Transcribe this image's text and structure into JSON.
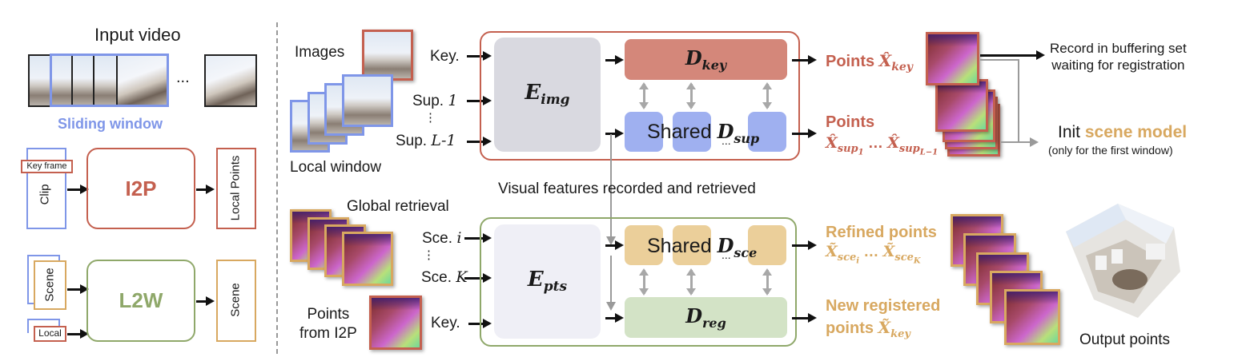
{
  "colors": {
    "i2p_red": "#c4604f",
    "l2w_green": "#8fa86a",
    "scene_gold": "#d8a860",
    "window_blue": "#7f96e8",
    "d_key_fill": "#d4877a",
    "d_sup_fill": "#9fb0f0",
    "d_sce_fill": "#ebcf9a",
    "d_reg_fill": "#d3e3c6",
    "encoder_img_fill": "#d9d9e0",
    "encoder_pts_fill": "#efeff6",
    "gray_arrow": "#9a9a9a"
  },
  "left_panel": {
    "input_video_title": "Input video",
    "sliding_window_label": "Sliding window",
    "ellipsis": "...",
    "i2p": {
      "key_frame_label": "Key frame",
      "clip_label": "Clip",
      "module_label": "I2P",
      "output_label": "Local Points"
    },
    "l2w": {
      "scene_input_label": "Scene",
      "local_input_label": "Local",
      "module_label": "L2W",
      "output_label": "Scene"
    }
  },
  "i2p_detail": {
    "images_label": "Images",
    "local_window_label": "Local window",
    "inputs": [
      {
        "label": "Key.",
        "italic": ""
      },
      {
        "label": "Sup. ",
        "italic": "1"
      },
      {
        "label": "⋮",
        "italic": ""
      },
      {
        "label": "Sup. ",
        "italic": "L-1"
      }
    ],
    "encoder": {
      "base": "E",
      "sub": "img"
    },
    "decoder_key": {
      "base": "D",
      "sub": "key"
    },
    "decoder_sup": {
      "prefix": "Shared ",
      "base": "D",
      "sub": "sup",
      "ellipsis": "..."
    },
    "outputs": {
      "key_points": {
        "label": "Points ",
        "sym": "X̂",
        "sub": "key"
      },
      "sup_points": {
        "label": "Points",
        "sym1": "X̂",
        "sub1": "sup",
        "subsub1": "1",
        "ellipsis": " … ",
        "sym2": "X̂",
        "sub2": "sup",
        "subsub2": "L−1"
      }
    },
    "record_text_line1": "Record in buffering set",
    "record_text_line2": "waiting for registration",
    "init_prefix": "Init ",
    "init_highlight": "scene model",
    "init_note": "(only for the first window)"
  },
  "middle_label": "Visual features recorded and retrieved",
  "l2w_detail": {
    "global_retrieval_label": "Global retrieval",
    "points_from_i2p_line1": "Points",
    "points_from_i2p_line2": "from I2P",
    "inputs": [
      {
        "label": "Sce. ",
        "italic": "i"
      },
      {
        "label": "⋮",
        "italic": ""
      },
      {
        "label": "Sce. ",
        "italic": "K"
      },
      {
        "label": "Key.",
        "italic": ""
      }
    ],
    "encoder": {
      "base": "E",
      "sub": "pts"
    },
    "decoder_sce": {
      "prefix": "Shared ",
      "base": "D",
      "sub": "sce",
      "ellipsis": "..."
    },
    "decoder_reg": {
      "base": "D",
      "sub": "reg"
    },
    "outputs": {
      "refined_label": "Refined points",
      "refined_sym": "X̃",
      "refined_sub1": "sce",
      "refined_subsub1": "i",
      "refined_ellipsis": " … ",
      "refined_sub2": "sce",
      "refined_subsub2": "K",
      "new_reg_line1": "New registered",
      "new_reg_line2": "points ",
      "new_reg_sym": "X̃",
      "new_reg_sub": "key"
    },
    "output_points_label": "Output points"
  }
}
